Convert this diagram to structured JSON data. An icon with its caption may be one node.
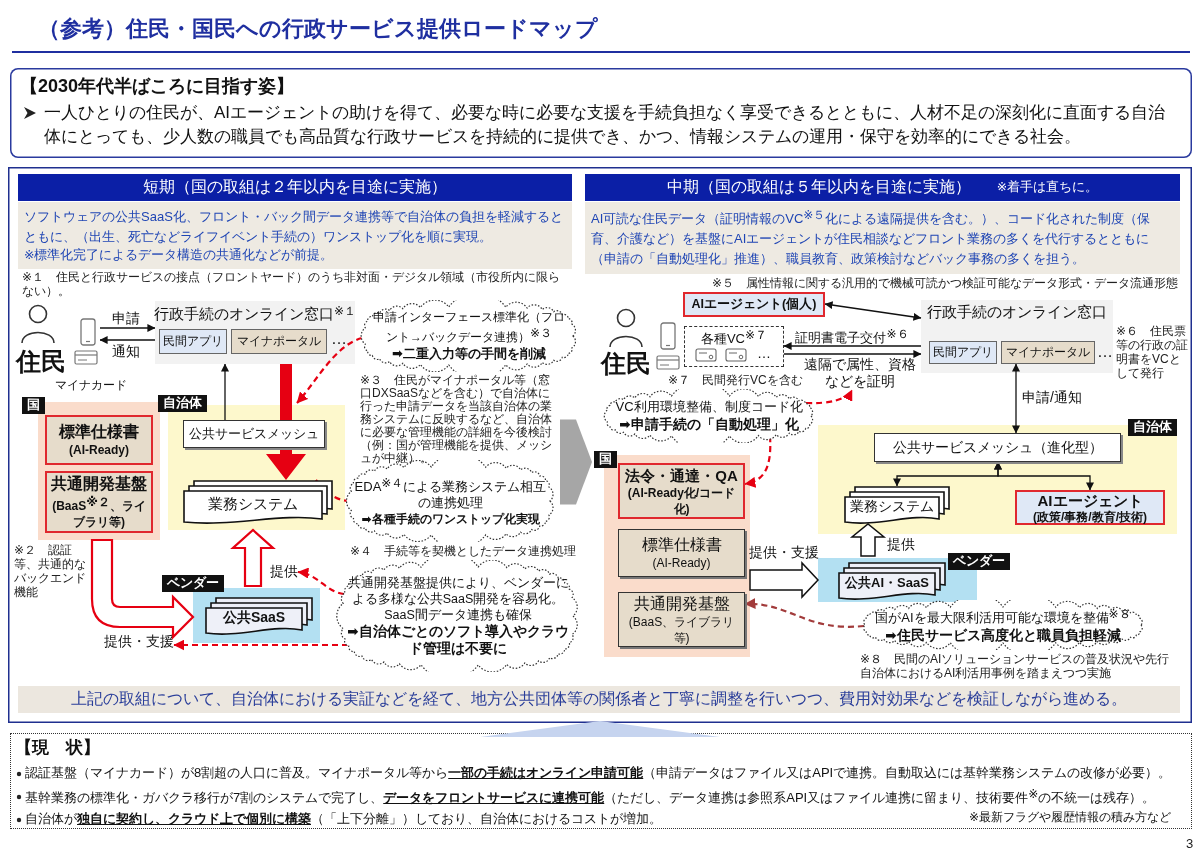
{
  "diagram": {
    "title": "（参考）住民・国民への行政サービス提供ロードマップ",
    "nodes": [
      {
        "text": [
          "【2030年代半ばころに目指す姿】",
          "一人ひとりの住民が、AIエージェントの助けを得て、必要な時に必要な支援を手続負担なく享受できるとともに、人材不足の深刻化に直面する自治体にとっても、少人数の職員でも高品質な行政サービスを持続的に提供でき、かつ、情報システムの運用・保守を効率的にできる社会。"
        ]
      },
      {
        "text": [],
        "shape": "box"
      },
      {
        "text": [
          "短期（国の取組は２年以内を目途に実施）"
        ],
        "in": 1
      },
      {
        "text": [
          "ソフトウェアの公共SaaS化、フロント・バック間データ連携等で自治体の負担を軽減するとともに、（出生、死亡などライフイベント手続の）ワンストップ化を順に実現。",
          "※標準化完了によるデータ構造の共通化などが前提。"
        ],
        "in": 1
      },
      {
        "text": [
          "住民"
        ],
        "beside": [
          "マイナカード"
        ],
        "in": 1
      },
      {
        "text": [
          "行政手続のオンライン窓口$^{※１}$",
          "…"
        ],
        "in": 1
      },
      {
        "text": [
          "民間アプリ"
        ],
        "in": 5
      },
      {
        "text": [
          "マイナポータル"
        ],
        "in": 5
      },
      {
        "text": [
          "国"
        ],
        "in": 1
      },
      {
        "text": [
          "標準仕様書",
          "(AI-Ready)"
        ],
        "in": 8
      },
      {
        "text": [
          "共通開発基盤",
          "(BaaS$^{※２}$、ライブラリ等)"
        ],
        "in": 8
      },
      {
        "text": [
          "自治体"
        ],
        "in": 1
      },
      {
        "text": [
          "公共サービスメッシュ"
        ],
        "in": 11
      },
      {
        "text": [
          "業務システム"
        ],
        "in": 11
      },
      {
        "text": [
          "ベンダー"
        ],
        "in": 1
      },
      {
        "text": [
          "公共SaaS"
        ],
        "in": 14
      },
      {
        "text": [
          "申請インターフェース標準化（フロント→バックデータ連携）$^{※３}$",
          "➡二重入力等の手間を削減"
        ],
        "in": 1
      },
      {
        "text": [
          "EDA$^{※４}$による業務システム相互の連携処理",
          "➡各種手続のワンストップ化実現"
        ],
        "in": 1
      },
      {
        "text": [
          "共通開発基盤提供により、ベンダーによる多様な公共SaaS開発を容易化。SaaS間データ連携も確保",
          "➡自治体ごとのソフト導入やクラウド管理は不要に"
        ],
        "in": 1
      },
      {
        "text": [
          "中期（国の取組は５年以内を目途に実施）",
          "※着手は直ちに。"
        ],
        "in": 1
      },
      {
        "text": [
          "AI可読な住民データ（証明情報のVC$^{※５}$化による遠隔提供を含む。）、コード化された制度（保育、介護など）を基盤にAIエージェントが住民相談などフロント業務の多くを代行するとともに（申請の「自動処理化」推進）、職員教育、政策検討などバック事務の多くを担う。"
        ],
        "in": 1
      },
      {
        "text": [
          "住民"
        ],
        "in": 1
      },
      {
        "text": [
          "AIエージェント(個人)"
        ],
        "in": 1
      },
      {
        "text": [
          "各種VC$^{※７}$",
          "…"
        ],
        "in": 1
      },
      {
        "text": [
          "行政手続のオンライン窓口",
          "…"
        ],
        "in": 1
      },
      {
        "text": [
          "民間アプリ"
        ],
        "in": 24
      },
      {
        "text": [
          "マイナポータル"
        ],
        "in": 24
      },
      {
        "text": [
          "VC利用環境整備、制度コード化",
          "➡申請手続の「自動処理」化"
        ],
        "in": 1
      },
      {
        "text": [
          "国"
        ],
        "in": 1
      },
      {
        "text": [
          "法令・通達・QA",
          "(AI-Ready化/コード化)"
        ],
        "in": 28
      },
      {
        "text": [
          "標準仕様書",
          "(AI-Ready)"
        ],
        "in": 28
      },
      {
        "text": [
          "共通開発基盤",
          "(BaaS、ライブラリ等)"
        ],
        "in": 28
      },
      {
        "text": [
          "自治体"
        ],
        "in": 1
      },
      {
        "text": [
          "公共サービスメッシュ（進化型）"
        ],
        "in": 32
      },
      {
        "text": [
          "業務システム"
        ],
        "in": 32
      },
      {
        "text": [
          "AIエージェント",
          "(政策/事務/教育/技術)"
        ],
        "in": 32
      },
      {
        "text": [
          "ベンダー"
        ],
        "in": 1
      },
      {
        "text": [
          "公共AI・SaaS"
        ],
        "in": 36
      },
      {
        "text": [
          "国がAIを最大限利活用可能な環境を整備$^{※８}$",
          "➡住民サービス高度化と職員負担軽減"
        ],
        "in": 1
      },
      {
        "text": [
          "上記の取組について、自治体における実証などを経て、地方公共団体等の関係者と丁寧に調整を行いつつ、費用対効果などを検証しながら進める。"
        ],
        "in": 1
      },
      {
        "text": [
          "【現　状】",
          "認証基盤（マイナカード）が8割超の人口に普及。マイナポータル等から**一部の手続はオンライン申請可能**（申請データはファイル又はAPIで連携。自動取込には基幹業務システムの改修が必要）。",
          "基幹業務の標準化・ガバクラ移行が7割のシステムで完了し、**データをフロントサービスに連携可能**（ただし、データ連携は参照系API又はファイル連携に留まり、技術要件$^{※}$の不統一は残存）。",
          "自治体が**独自に契約し、クラウド上で個別に構築**（「上下分離」）しており、自治体におけるコストが増加。",
          "※最新フラグや履歴情報の積み方など"
        ]
      },
      {
        "text": [
          "提供"
        ],
        "in": 1
      },
      {
        "text": [
          "提供・支援"
        ],
        "in": 1
      },
      {
        "text": [
          "遠隔で属性、資格などを証明"
        ],
        "in": 1
      },
      {
        "text": [],
        "shape": "triangle"
      }
    ],
    "edges": [
      {
        "from": 4,
        "to": 5,
        "arrow": "to",
        "label": "申請"
      },
      {
        "from": 5,
        "to": 4,
        "arrow": "to",
        "label": "通知"
      },
      {
        "from": 12,
        "to": 5,
        "arrow": "to"
      },
      {
        "from": 5,
        "to": 13,
        "arrow": "to",
        "style": "thick",
        "color": "#e60012"
      },
      {
        "from": 16,
        "to": 11,
        "arrow": "to",
        "style": "dashed",
        "color": "#e60012"
      },
      {
        "from": 17,
        "to": 13,
        "arrow": "to",
        "style": "dashed",
        "color": "#e60012"
      },
      {
        "from": 18,
        "to": 41,
        "arrow": "to",
        "style": "dashed",
        "color": "#e60012"
      },
      {
        "from": 18,
        "to": 42,
        "arrow": "to",
        "style": "dashed",
        "color": "#e60012"
      },
      {
        "from": 14,
        "to": 11,
        "arrow": "to",
        "style": "thick",
        "color": "#e60012"
      },
      {
        "from": 8,
        "to": 14,
        "arrow": "to",
        "style": "thick",
        "color": "#e60012"
      },
      {
        "from": 22,
        "to": 24,
        "arrow": "both"
      },
      {
        "from": 24,
        "to": 23,
        "arrow": "to",
        "label": "証明書電子交付$^{※６}$"
      },
      {
        "from": 23,
        "to": 24,
        "arrow": "to"
      },
      {
        "from": 27,
        "to": 43,
        "arrow": "to",
        "style": "dashed",
        "color": "#e60012"
      },
      {
        "from": 27,
        "to": 29,
        "arrow": "to",
        "style": "dashed",
        "color": "#e60012"
      },
      {
        "from": 26,
        "to": 33,
        "arrow": "both",
        "label": "申請/通知"
      },
      {
        "from": 33,
        "to": 34,
        "arrow": "both"
      },
      {
        "from": 33,
        "to": 35,
        "arrow": "both"
      },
      {
        "from": 36,
        "to": 34,
        "arrow": "to",
        "label": "提供",
        "style": "thick"
      },
      {
        "from": 28,
        "to": 36,
        "arrow": "to",
        "label": "提供・支援",
        "style": "thick"
      },
      {
        "from": 38,
        "to": 31,
        "arrow": "to",
        "style": "dashed",
        "color": "#a23b3b"
      },
      {
        "from": 17,
        "to": 28,
        "arrow": "to",
        "style": "thick",
        "color": "#a6a6a6"
      }
    ],
    "labels": [
      "※１　住民と行政サービスの接点（フロントヤード）のうち非対面・デジタル領域（市役所内に限らない）。",
      "※５　属性情報に関する汎用的で機械可読かつ検証可能なデータ形式・データ流通形態",
      "※６　住民票等の行政の証明書をVCとして発行",
      "※７　民間発行VCを含む",
      "※２　認証等、共通的なバックエンド機能",
      "※３　住民がマイナポータル等（窓口DXSaaSなどを含む）で自治体に行った申請データを当該自治体の業務システムに反映するなど、自治体に必要な管理機能の詳細を今後検討（例：国が管理機能を提供、メッシュが中継）。",
      "※４　手続等を契機としたデータ連携処理",
      "※８　民間のAIソリューションサービスの普及状況や先行自治体におけるAI利活用事例を踏まえつつ実施",
      "3"
    ]
  }
}
